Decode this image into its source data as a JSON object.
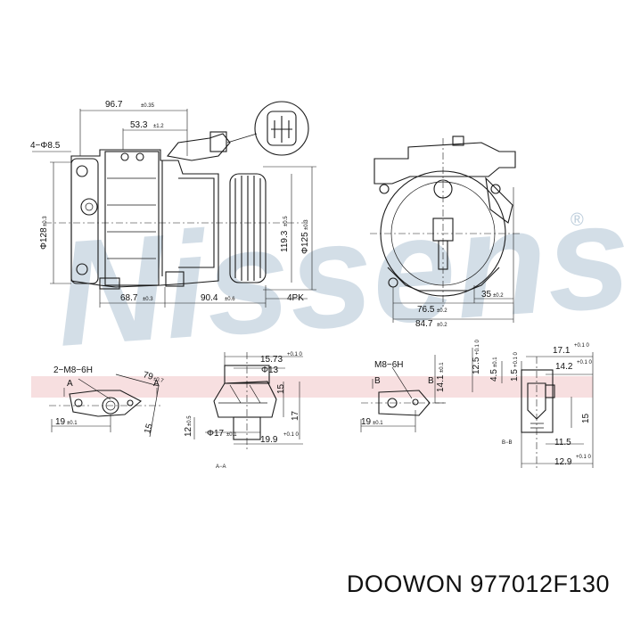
{
  "watermark": {
    "text": "Nissens",
    "registered": "®",
    "color": "#9fb7cc",
    "accent_band": "#f2c9cc"
  },
  "views": {
    "side": {
      "mount_holes": "4−Φ8.5",
      "width_main": "96.7",
      "width_main_tol": "±0.35",
      "width_inner": "53.3",
      "width_inner_tol": "±1.2",
      "height": "Φ128",
      "height_tol": "±0.3",
      "pulley_height": "119.3",
      "pulley_height_tol": "±0.5",
      "pulley_dia": "Φ125",
      "pulley_dia_tol": "±0.3",
      "bottom_left": "68.7",
      "bottom_left_tol": "±0.3",
      "bottom_right": "90.4",
      "bottom_right_tol": "±0.6",
      "belt": "4PK"
    },
    "front": {
      "right_offset": "35",
      "right_offset_tol": "±0.2",
      "inner_width": "76.5",
      "inner_width_tol": "±0.2",
      "outer_width": "84.7",
      "outer_width_tol": "±0.2"
    },
    "port_a": {
      "thread": "2−M8−6H",
      "angle": "79",
      "angle_tol": "±0.7",
      "section": "A",
      "offset": "19",
      "offset_tol": "±0.1",
      "side_dim": "15"
    },
    "section_aa": {
      "top_width": "15.73",
      "top_width_tol": "+0.1 0",
      "bore": "Φ13",
      "h15": "15",
      "h17": "17",
      "h12": "12",
      "h12_tol": "±0.5",
      "base_dia": "Φ17",
      "base_dia_tol": "±0.1",
      "bottom_width": "19.9",
      "bottom_width_tol": "+0.1 0",
      "label": "A−A"
    },
    "port_b": {
      "thread": "M8−6H",
      "section": "B",
      "height": "14.1",
      "height_tol": "±0.1",
      "offset": "19",
      "offset_tol": "±0.1"
    },
    "section_bb": {
      "v1": "12.5",
      "v1_tol": "+0.1 0",
      "v2": "4.5",
      "v2_tol": "±0.1",
      "v3": "1.5",
      "v3_tol": "+0.1 0",
      "w1": "17.1",
      "w1_tol": "+0.1 0",
      "w2": "14.2",
      "w2_tol": "+0.1 0",
      "h15": "15",
      "w3": "11.5",
      "w4": "12.9",
      "w4_tol": "+0.1 0",
      "label": "B−B"
    }
  },
  "caption": {
    "brand": "DOOWON",
    "part_number": "977012F130"
  }
}
